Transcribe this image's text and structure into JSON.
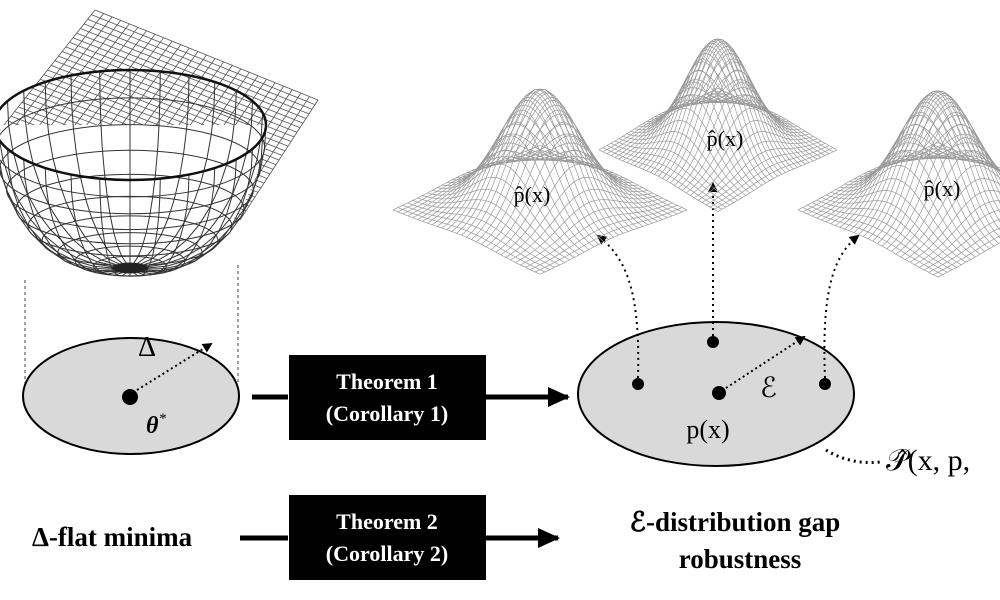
{
  "left_region": {
    "delta_label": "Δ",
    "theta_label": "θ",
    "theta_superscript": "*"
  },
  "theorem1": {
    "line1": "Theorem 1",
    "line2": "(Corollary 1)"
  },
  "theorem2": {
    "line1": "Theorem 2",
    "line2": "(Corollary 2)"
  },
  "right_region": {
    "epsilon_label": "ℰ",
    "center_label": "p(x)",
    "set_label": "𝒫̂(x, p,"
  },
  "distributions": [
    {
      "label": "p̂(x)"
    },
    {
      "label": "p̂(x)"
    },
    {
      "label": "p̂(x)"
    }
  ],
  "bottom": {
    "left_label": "Δ-flat minima",
    "right_line1": "ℰ-distribution gap",
    "right_line2": "robustness"
  },
  "colors": {
    "ellipse_fill": "#d9d9d9",
    "box_fill": "#000000",
    "mesh_stroke": "#9a9a9a"
  }
}
